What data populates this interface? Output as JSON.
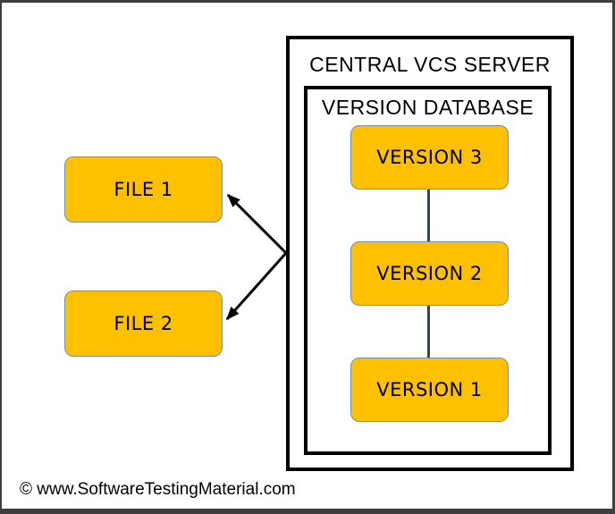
{
  "diagram": {
    "server": {
      "title": "CENTRAL VCS SERVER"
    },
    "database": {
      "title": "VERSION DATABASE"
    },
    "versions": [
      {
        "label": "VERSION 3"
      },
      {
        "label": "VERSION 2"
      },
      {
        "label": "VERSION 1"
      }
    ],
    "files": [
      {
        "label": "FILE 1"
      },
      {
        "label": "FILE 2"
      }
    ],
    "connections": [
      "version-3 to version-2",
      "version-2 to version-1",
      "server to file-1 (arrow)",
      "server to file-2 (arrow)"
    ]
  },
  "footer": {
    "copyright": "© www.SoftwareTestingMaterial.com"
  },
  "colors": {
    "node_fill": "#FFC000",
    "node_border": "#7191B0",
    "connector": "#36424F",
    "arrow": "#000000",
    "box_outline": "#000000",
    "frame": "#3E3E3E",
    "background": "#FFFFFF",
    "text": "#000000"
  }
}
